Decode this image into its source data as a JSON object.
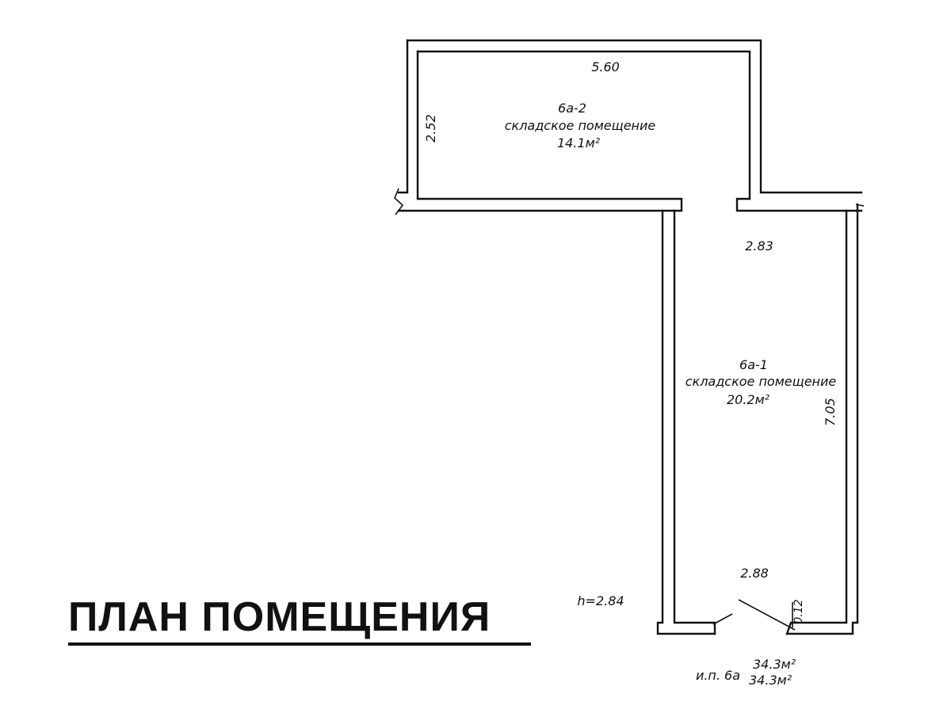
{
  "title": "ПЛАН ПОМЕЩЕНИЯ",
  "rooms": {
    "r2": {
      "id": "6а-2",
      "name": "складское помещение",
      "area": "14.1м²"
    },
    "r1": {
      "id": "6а-1",
      "name": "складское помещение",
      "area": "20.2м²"
    }
  },
  "dimensions": {
    "top_width": "5.60",
    "top_height": "2.52",
    "passage_width": "2.83",
    "right_length": "7.05",
    "bottom_width": "2.88",
    "threshold": "0.12"
  },
  "ceiling_height": "h=2.84",
  "summary": {
    "label": "и.п. 6а",
    "total_area": "34.3м²",
    "useful_area": "34.3м²"
  }
}
